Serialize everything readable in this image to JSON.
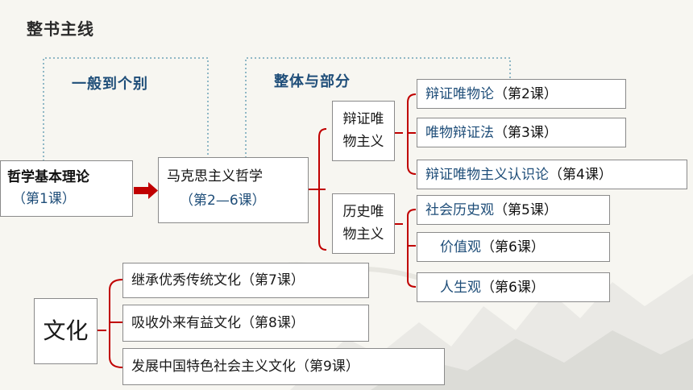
{
  "page_title": "整书主线",
  "group_labels": {
    "left": "一般到个别",
    "right": "整体与部分"
  },
  "colors": {
    "bracket": "#c00000",
    "arrow": "#c00000",
    "dotted": "#6fa3b8",
    "lesson_text": "#1f4e79"
  },
  "boxes": {
    "foundation": {
      "name": "哲学基本理论",
      "lesson": "（第1课）"
    },
    "marxism": {
      "name": "马克思主义哲学",
      "lesson": "（第2—6课）"
    },
    "dialectical": {
      "line1": "辩证唯",
      "line2": "物主义"
    },
    "historical": {
      "line1": "历史唯",
      "line2": "物主义"
    },
    "culture": "文化"
  },
  "dialectical_items": [
    {
      "name": "辩证唯物论",
      "lesson": "（第2课）"
    },
    {
      "name": "唯物辩证法",
      "lesson": "（第3课）"
    },
    {
      "name": "辩证唯物主义认识论",
      "lesson": "（第4课）"
    }
  ],
  "historical_items": [
    {
      "name": "社会历史观",
      "lesson": "（第5课）"
    },
    {
      "name": "价值观",
      "lesson": "（第6课）"
    },
    {
      "name": "人生观",
      "lesson": "（第6课）"
    }
  ],
  "culture_items": [
    {
      "name": "继承优秀传统文化",
      "lesson": "（第7课）"
    },
    {
      "name": "吸收外来有益文化",
      "lesson": "（第8课）"
    },
    {
      "name": "发展中国特色社会主义文化",
      "lesson": "（第9课）"
    }
  ]
}
